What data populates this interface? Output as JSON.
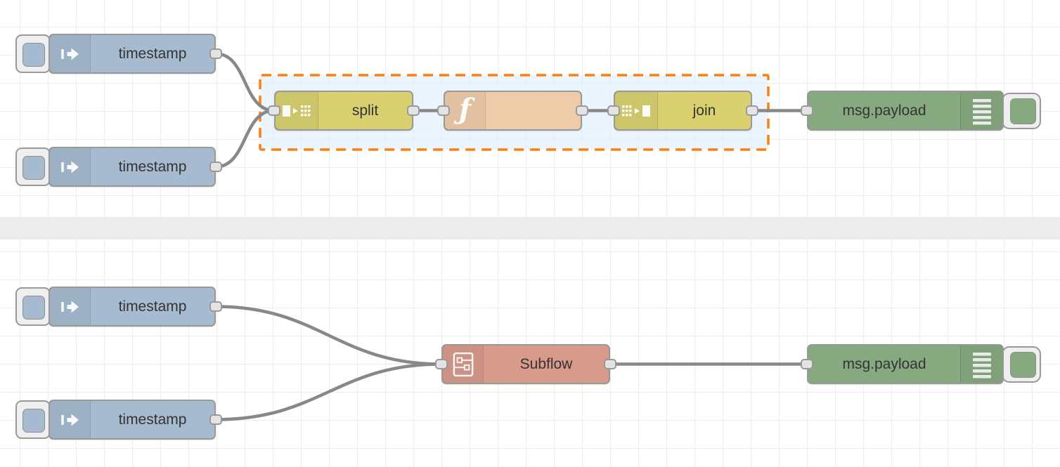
{
  "editor": {
    "kind": "node-red-flow-canvas"
  },
  "colors": {
    "canvas_bg": "#ffffff",
    "grid_line": "#ededed",
    "divider": "#ececec",
    "wire": "#888888",
    "node_border": "#999999",
    "port_fill": "#e4e4e4",
    "label_text": "#333333",
    "inject_fill": "#a6bbcf",
    "split_join_fill": "#d9d06f",
    "function_fill": "#eeccaa",
    "debug_fill": "#87a980",
    "subflow_fill": "#d89a8b",
    "selection_stroke": "#ff7f0e",
    "selection_fill": "#e9f1fc"
  },
  "flow_top": {
    "inject1": {
      "label": "timestamp",
      "icon": "inject-arrow-icon"
    },
    "inject2": {
      "label": "timestamp",
      "icon": "inject-arrow-icon"
    },
    "split": {
      "label": "split",
      "icon": "split-icon"
    },
    "function": {
      "label": "",
      "icon": "function-f-icon",
      "icon_glyph": "ƒ"
    },
    "join": {
      "label": "join",
      "icon": "join-icon"
    },
    "debug": {
      "label": "msg.payload",
      "icon": "debug-list-icon"
    }
  },
  "flow_bottom": {
    "inject1": {
      "label": "timestamp",
      "icon": "inject-arrow-icon"
    },
    "inject2": {
      "label": "timestamp",
      "icon": "inject-arrow-icon"
    },
    "subflow": {
      "label": "Subflow",
      "icon": "subflow-icon"
    },
    "debug": {
      "label": "msg.payload",
      "icon": "debug-list-icon"
    }
  }
}
